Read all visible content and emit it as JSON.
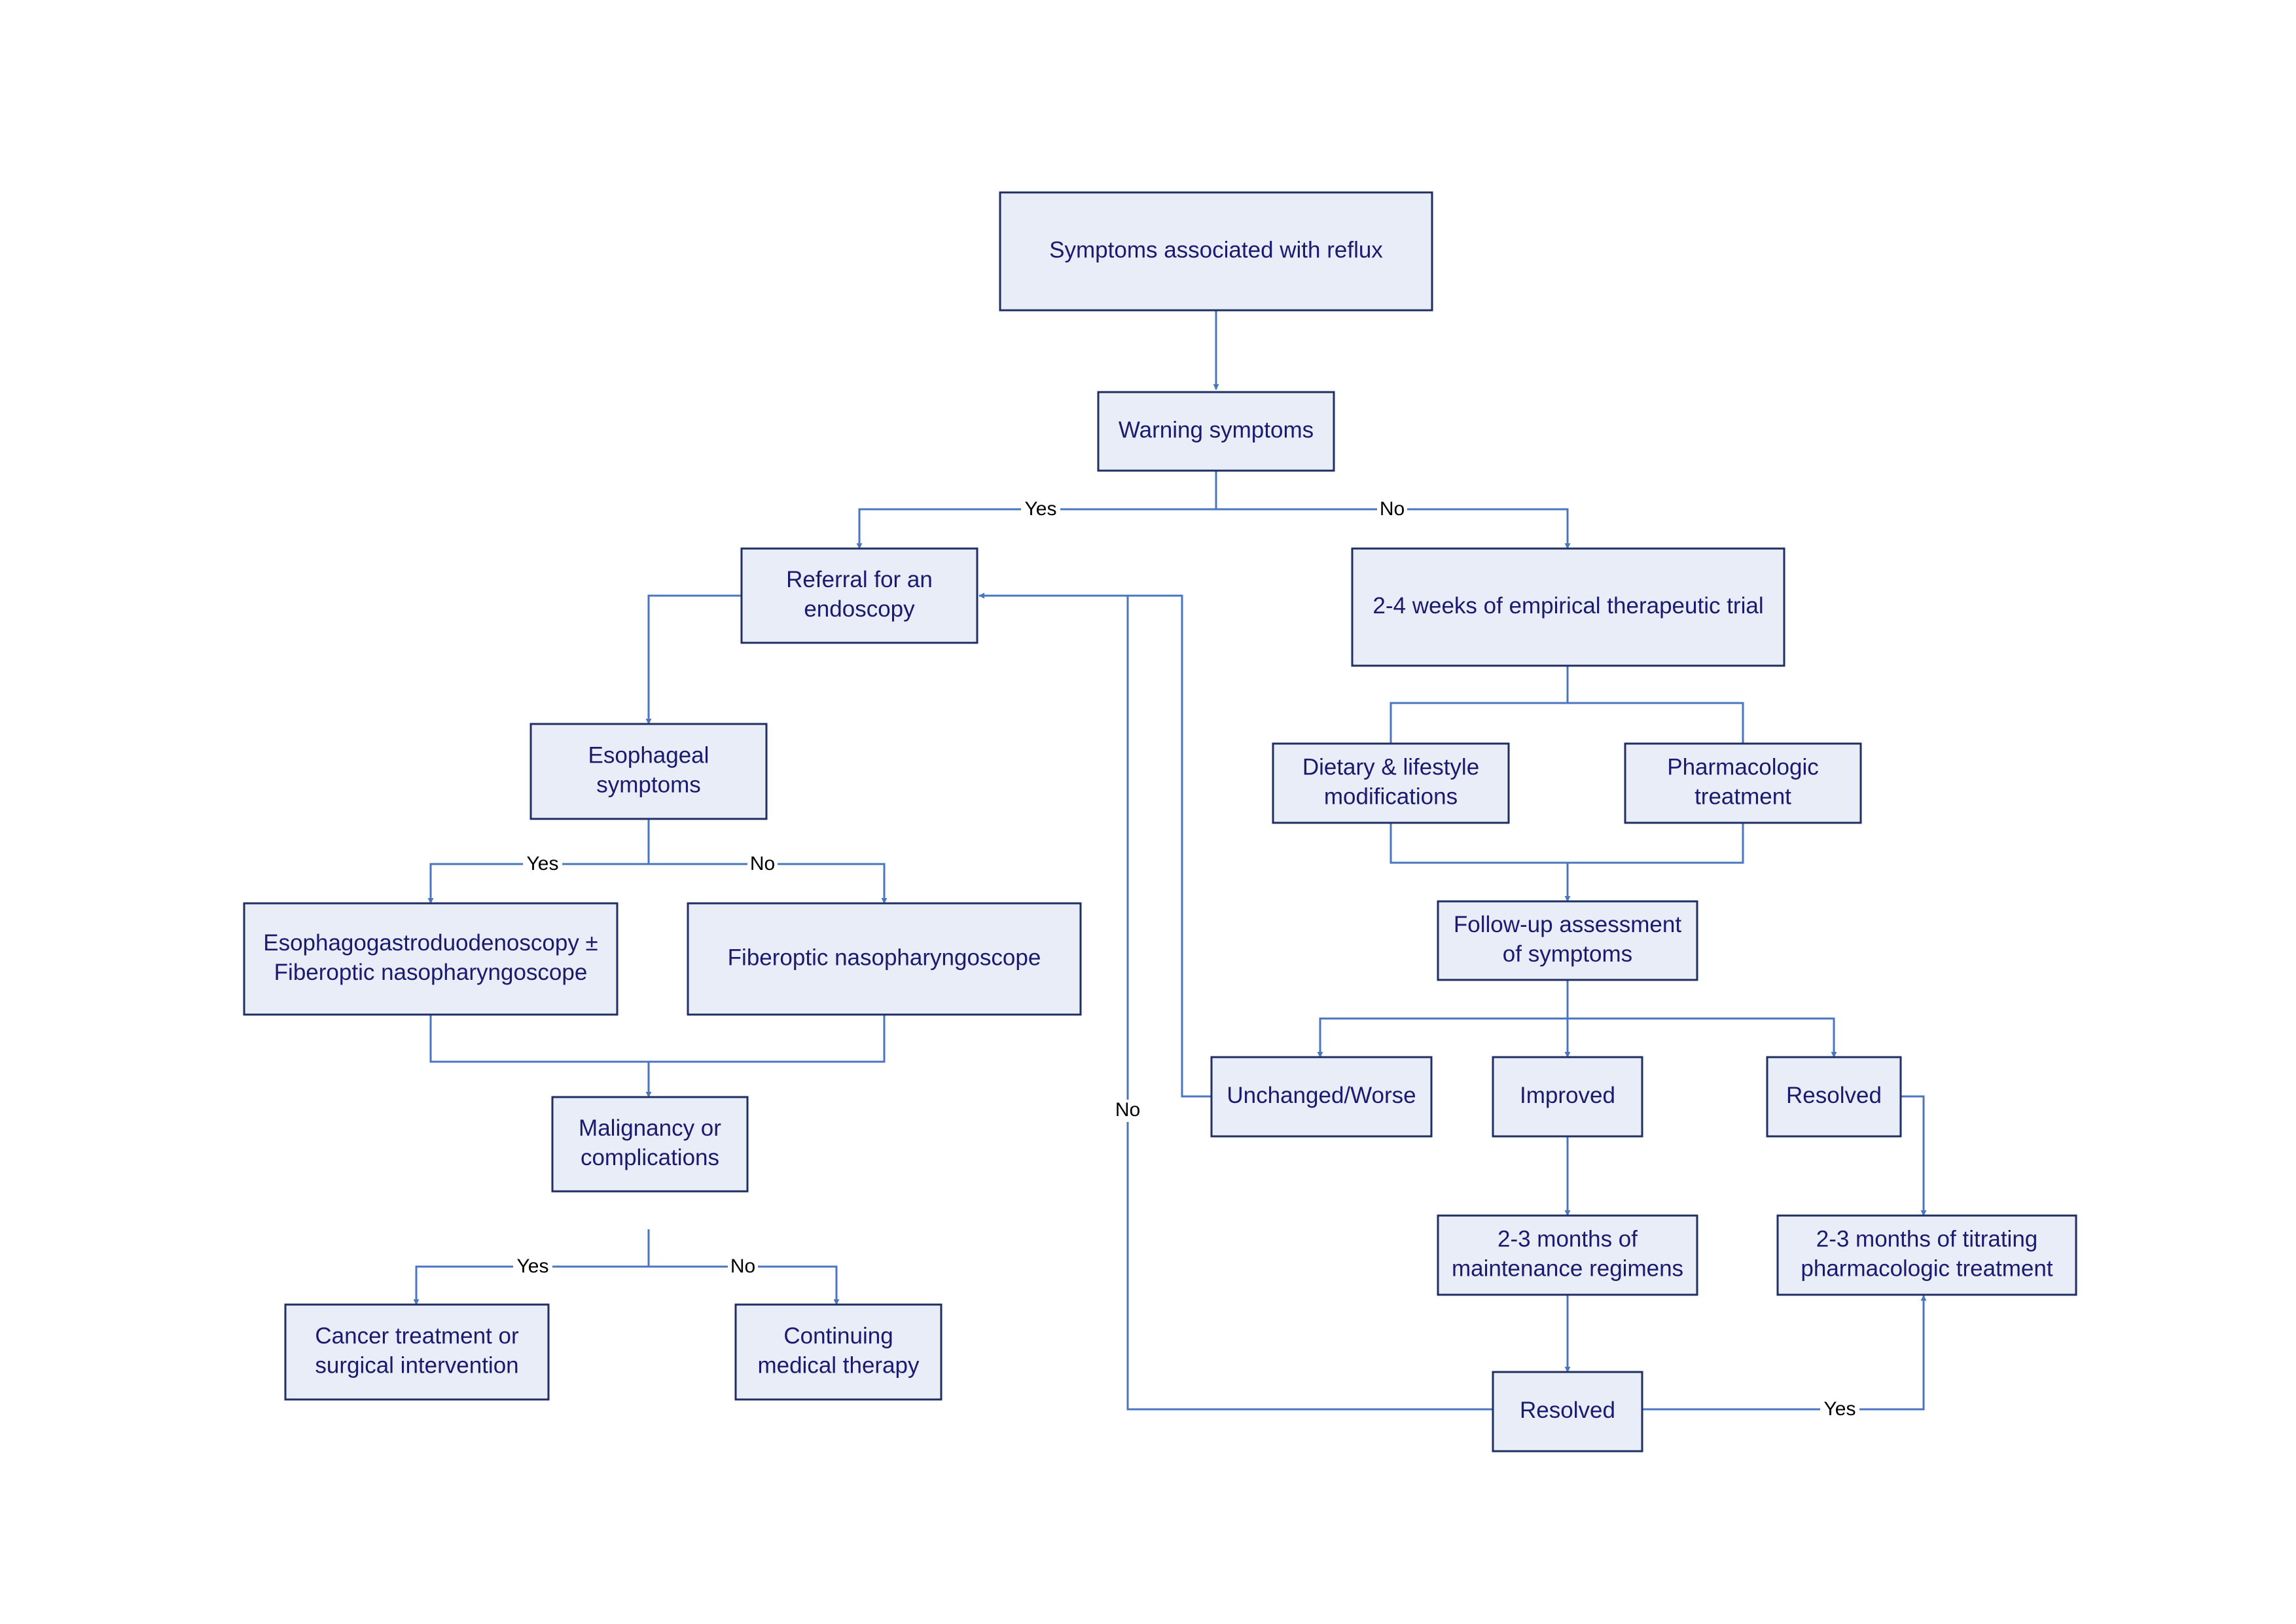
{
  "nodes": {
    "symptoms": [
      "Symptoms associated with reflux"
    ],
    "warning": [
      "Warning symptoms"
    ],
    "referral": [
      "Referral for an",
      "endoscopy"
    ],
    "trial": [
      "2-4 weeks of empirical therapeutic trial"
    ],
    "esophageal": [
      "Esophageal",
      "symptoms"
    ],
    "dietary": [
      "Dietary & lifestyle",
      "modifications"
    ],
    "pharma": [
      "Pharmacologic",
      "treatment"
    ],
    "egd": [
      "Esophagogastroduodenoscopy ±",
      "Fiberoptic nasopharyngoscope"
    ],
    "fiberoptic": [
      "Fiberoptic nasopharyngoscope"
    ],
    "followup": [
      "Follow-up assessment",
      "of symptoms"
    ],
    "malignancy": [
      "Malignancy or",
      "complications"
    ],
    "unchanged": [
      "Unchanged/Worse"
    ],
    "improved": [
      "Improved"
    ],
    "resolved_top": [
      "Resolved"
    ],
    "cancer": [
      "Cancer treatment or",
      "surgical intervention"
    ],
    "continuing": [
      "Continuing",
      "medical therapy"
    ],
    "maintenance": [
      "2-3 months of",
      "maintenance regimens"
    ],
    "titrating": [
      "2-3 months of titrating",
      "pharmacologic treatment"
    ],
    "resolved_bottom": [
      "Resolved"
    ]
  },
  "edge_labels": {
    "warning_yes": "Yes",
    "warning_no": "No",
    "esophageal_yes": "Yes",
    "esophageal_no": "No",
    "malignancy_yes": "Yes",
    "malignancy_no": "No",
    "resolved_no": "No",
    "resolved_yes": "Yes"
  },
  "colors": {
    "node_fill": "#e9edf7",
    "node_border": "#1f2f63",
    "node_text": "#1a1a6e",
    "connector": "#4a76c0"
  }
}
